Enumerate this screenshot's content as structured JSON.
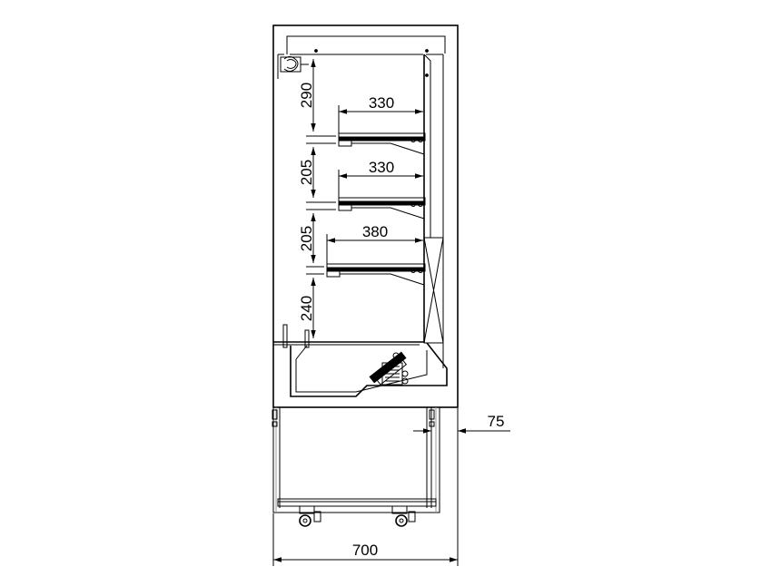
{
  "dimensions": {
    "shelf_spacing_top": "290",
    "shelf_spacing_upper": "205",
    "shelf_spacing_lower": "205",
    "shelf_spacing_bottom": "240",
    "shelf_depth_top": "330",
    "shelf_depth_middle": "330",
    "shelf_depth_bottom": "380",
    "rear_offset": "75",
    "overall_depth": "700"
  }
}
